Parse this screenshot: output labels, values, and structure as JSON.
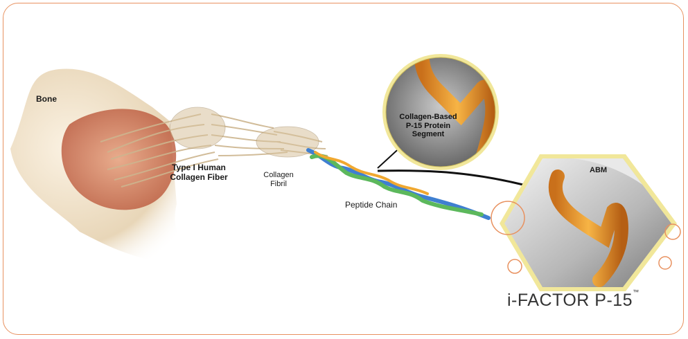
{
  "labels": {
    "bone": "Bone",
    "collagen_fiber": "Type I Human\nCollagen Fiber",
    "collagen_fibril": "Collagen\nFibril",
    "peptide_chain": "Peptide Chain",
    "segment": "Collagen-Based\nP-15 Protein\nSegment",
    "abm": "ABM"
  },
  "brand": {
    "name": "i-FACTOR P-15",
    "trademark": "™"
  },
  "colors": {
    "border": "#e8915f",
    "helix_orange": "#f0a830",
    "helix_blue": "#3f7fd1",
    "helix_green": "#5cb85c",
    "hexagon_frame": "#f1e79a"
  }
}
